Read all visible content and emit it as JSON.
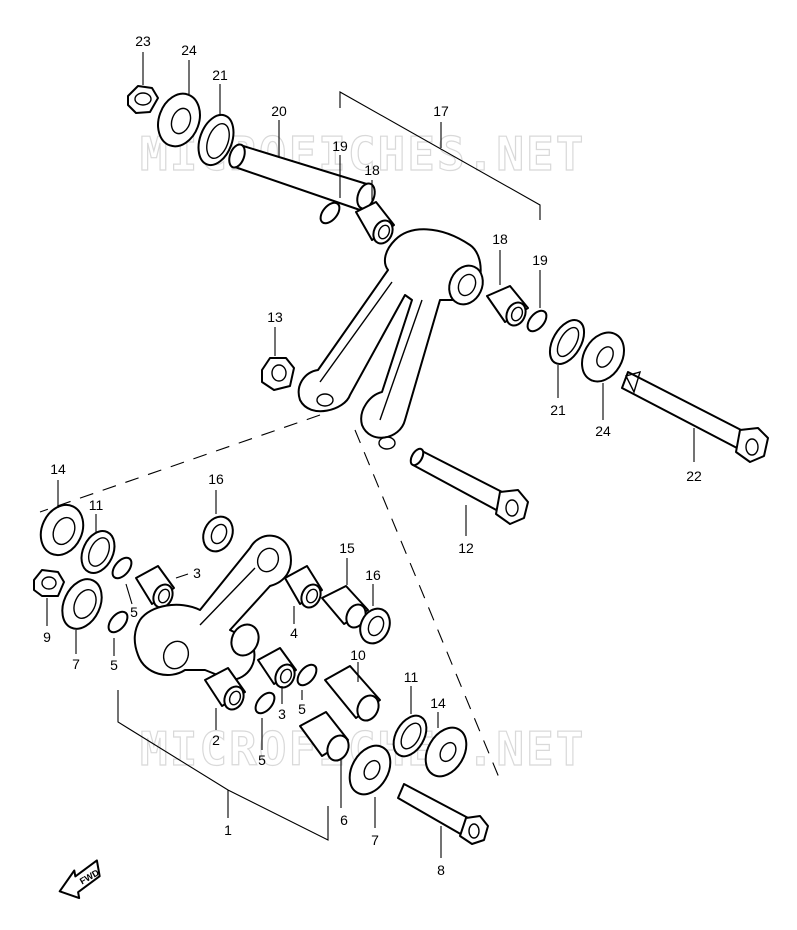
{
  "watermark": "MICROFICHES.NET",
  "fwd_label": "FWD",
  "callouts": {
    "c1": "1",
    "c2": "2",
    "c3a": "3",
    "c3b": "3",
    "c4": "4",
    "c5a": "5",
    "c5b": "5",
    "c5c": "5",
    "c5d": "5",
    "c6": "6",
    "c7a": "7",
    "c7b": "7",
    "c8": "8",
    "c9": "9",
    "c10": "10",
    "c11a": "11",
    "c11b": "11",
    "c12": "12",
    "c13": "13",
    "c14a": "14",
    "c14b": "14",
    "c15": "15",
    "c16a": "16",
    "c16b": "16",
    "c17": "17",
    "c18a": "18",
    "c18b": "18",
    "c19a": "19",
    "c19b": "19",
    "c20": "20",
    "c21a": "21",
    "c21b": "21",
    "c22": "22",
    "c23": "23",
    "c24a": "24",
    "c24b": "24"
  },
  "colors": {
    "ink": "#000000",
    "paper": "#ffffff",
    "watermark": "#d9d9d9"
  }
}
